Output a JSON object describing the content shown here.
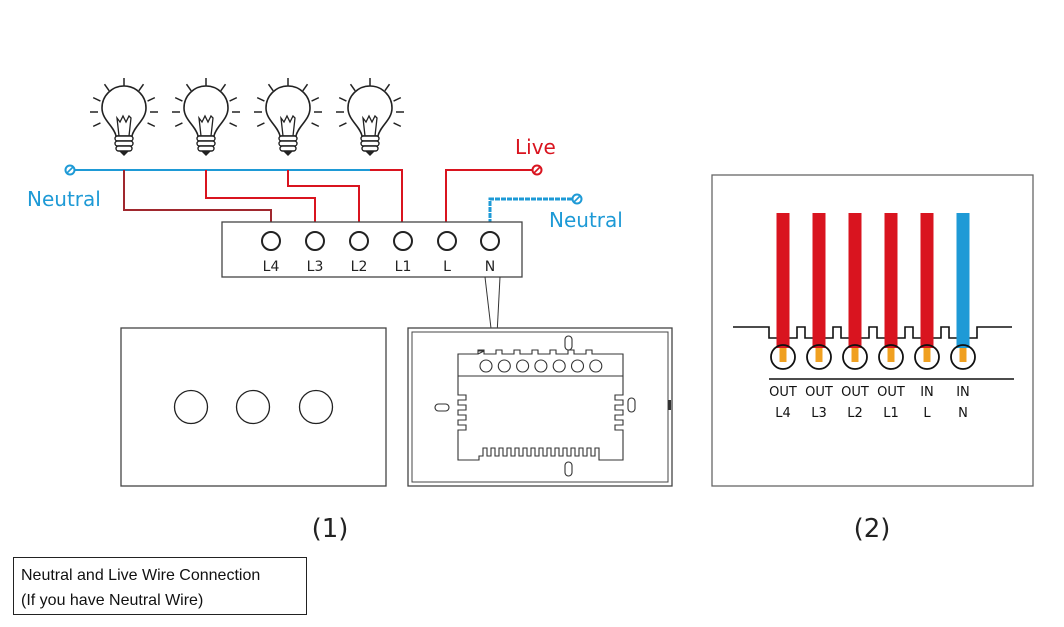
{
  "diagram": {
    "title": "Neutral and Live Wire Connection",
    "subtitle": "(If you have Neutral Wire)",
    "figure_labels": [
      "(1)",
      "(2)"
    ],
    "colors": {
      "live": "#d9141f",
      "neutral": "#1e9ad6",
      "wire_dark_red": "#a0282e",
      "terminal_core": "#f0a020",
      "outline": "#222222"
    },
    "left_diagram": {
      "lamps": [
        {
          "id": "lamp-1",
          "connects_to": "L4"
        },
        {
          "id": "lamp-2",
          "connects_to": "L3"
        },
        {
          "id": "lamp-3",
          "connects_to": "L2"
        },
        {
          "id": "lamp-4",
          "connects_to": "L1"
        }
      ],
      "neutral_label_left": "Neutral",
      "live_label": "Live",
      "neutral_label_right": "Neutral",
      "terminals": [
        "L4",
        "L3",
        "L2",
        "L1",
        "L",
        "N"
      ],
      "front_panel_buttons": 3,
      "back_panel_terminal_holes": 7
    },
    "right_diagram": {
      "terminals": [
        {
          "top": "OUT",
          "bottom": "L4",
          "wire": "live"
        },
        {
          "top": "OUT",
          "bottom": "L3",
          "wire": "live"
        },
        {
          "top": "OUT",
          "bottom": "L2",
          "wire": "live"
        },
        {
          "top": "OUT",
          "bottom": "L1",
          "wire": "live"
        },
        {
          "top": "IN",
          "bottom": "L",
          "wire": "live"
        },
        {
          "top": "IN",
          "bottom": "N",
          "wire": "neutral"
        }
      ]
    }
  }
}
